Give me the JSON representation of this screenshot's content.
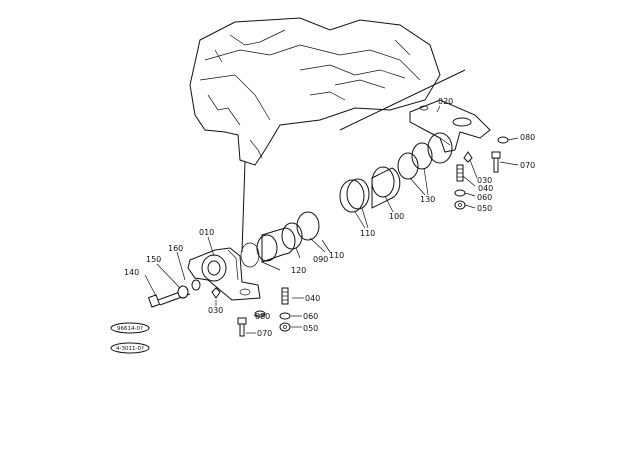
{
  "diagram": {
    "callouts": {
      "c010": "010",
      "c020": "020",
      "c030_left": "030",
      "c030_right": "030",
      "c040_left": "040",
      "c040_right": "040",
      "c050_left": "050",
      "c050_right": "050",
      "c060_left": "060",
      "c060_right": "060",
      "c070_left": "070",
      "c070_right": "070",
      "c080_left": "080",
      "c080_right": "080",
      "c090": "090",
      "c100": "100",
      "c110_left": "110",
      "c110_right": "110",
      "c120": "120",
      "c130": "130",
      "c140": "140",
      "c150": "150",
      "c160": "160"
    },
    "stamps": {
      "stamp_top": "96614-0?",
      "stamp_bottom": "4-3011-0?"
    }
  }
}
